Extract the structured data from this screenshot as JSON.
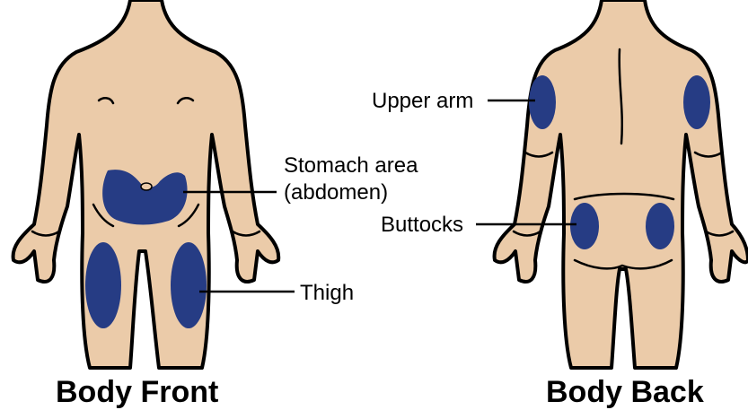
{
  "front": {
    "title": "Body Front",
    "labels": {
      "stomach_line1": "Stomach area",
      "stomach_line2": "(abdomen)",
      "thigh": "Thigh"
    }
  },
  "back": {
    "title": "Body Back",
    "labels": {
      "upper_arm": "Upper arm",
      "buttocks": "Buttocks"
    }
  },
  "colors": {
    "skin": "#EBCBA9",
    "injection_site": "#263C84",
    "outline": "#000000"
  }
}
